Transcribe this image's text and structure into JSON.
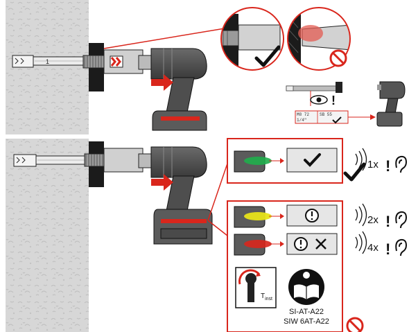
{
  "panel_top": {
    "detail_ok": "correct seating of nut against plate",
    "detail_wrong": "gap between nut and plate",
    "inspect_label_left": "M8 72",
    "inspect_label_right": "SB 55",
    "inspect_label_bottom": "1/4\""
  },
  "signals": [
    {
      "led": "green",
      "display": "check",
      "count": "1x",
      "status": "ok"
    },
    {
      "led": "yellow",
      "display": "warning",
      "count": "2x",
      "status": "warning"
    },
    {
      "led": "red",
      "display": "warning-and-cross",
      "count": "4x",
      "status": "error"
    }
  ],
  "manual": {
    "torque_symbol": "T",
    "torque_subscript": "inst",
    "model_line1": "SI-AT-A22",
    "model_line2": "SIW 6AT-A22"
  },
  "colors": {
    "accent_red": "#d9261c",
    "panel_bg": "#e6e6e6",
    "led_green": "#1fae4b",
    "led_yellow": "#e8e41a",
    "led_red": "#d9261c"
  },
  "icons": [
    "concrete-wall-icon",
    "anchor-bolt-icon",
    "impact-wrench-icon",
    "checkmark-icon",
    "prohibited-icon",
    "eye-icon",
    "exclamation-icon",
    "ear-icon",
    "sound-waves-icon",
    "torque-wrench-icon",
    "read-manual-icon"
  ]
}
